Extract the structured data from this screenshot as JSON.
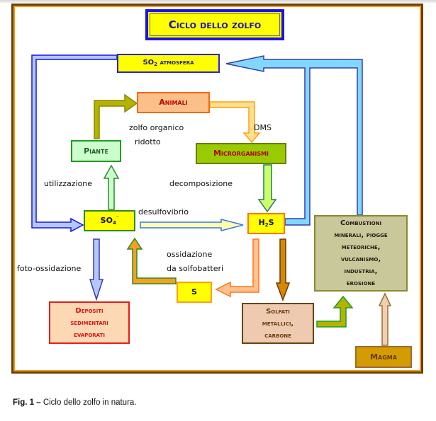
{
  "diagram": {
    "title": "Ciclo dello zolfo",
    "nodes": {
      "so2_prefix": "SO",
      "so2_sub": "2",
      "so2_suffix": " atmosfera",
      "animali": "Animali",
      "piante": "Piante",
      "microrganismi": "Microrganismi",
      "so4_prefix": "SO",
      "so4_sub": "4",
      "so4_sup": "¨",
      "h2s_prefix": "H",
      "h2s_sub": "2",
      "h2s_suffix": "S",
      "s": "S",
      "depositi": [
        "Depositi",
        "sedimentari",
        "evaporati"
      ],
      "combustioni": [
        "Combustioni",
        "minerali, piogge",
        "meteoriche,",
        "vulcanismo,",
        "industria,",
        "erosione"
      ],
      "solfati": [
        "Solfati",
        "metallici,",
        "carbone"
      ],
      "magma": "Magma"
    },
    "edge_labels": {
      "zolfo_organico": "zolfo organico",
      "ridotto": "ridotto",
      "dms": "DMS",
      "utilizzazione": "utilizzazione",
      "decomposizione": "decomposizione",
      "desulfovibrio": "desulfovibrio",
      "ossidazione": "ossidazione",
      "da_solfobatteri": "da solfobatteri",
      "foto_ossidazione": "foto-ossidazione"
    },
    "edges": [
      {
        "from": "SO2 atmosfera",
        "to": "SO4",
        "color": "#b4c8ff"
      },
      {
        "from": "Piante",
        "to": "Animali",
        "color": "#b4b400"
      },
      {
        "from": "Animali",
        "to": "Microrganismi",
        "label": "DMS",
        "color": "#ffe08c"
      },
      {
        "from": "SO4",
        "to": "Piante",
        "label": "utilizzazione",
        "color": "#ccffcc"
      },
      {
        "from": "Microrganismi",
        "to": "H2S",
        "label": "decomposizione",
        "color": "#ccff66"
      },
      {
        "from": "SO4",
        "to": "H2S",
        "label": "desulfovibrio",
        "color": "#ffffaa"
      },
      {
        "from": "H2S",
        "to": "SO2 atmosfera",
        "color": "#80d8ff"
      },
      {
        "from": "Combustioni",
        "to": "SO2 atmosfera",
        "color": "#80d8ff"
      },
      {
        "from": "H2S",
        "to": "S",
        "color": "#ffc090"
      },
      {
        "from": "S",
        "to": "SO4",
        "label": "ossidazione da solfobatteri",
        "color": "#f4a020"
      },
      {
        "from": "SO4",
        "to": "Depositi sedimentari evaporati",
        "label": "foto-ossidazione",
        "color": "#b4c8ff"
      },
      {
        "from": "H2S",
        "to": "Solfati metallici, carbone",
        "color": "#d48800"
      },
      {
        "from": "Solfati metallici, carbone",
        "to": "Combustioni",
        "color": "#b4b400"
      },
      {
        "from": "Magma",
        "to": "Combustioni",
        "color": "#f0cfb0"
      }
    ]
  },
  "caption": {
    "bold": "Fig. 1 –",
    "text": " Ciclo dello zolfo in natura."
  }
}
